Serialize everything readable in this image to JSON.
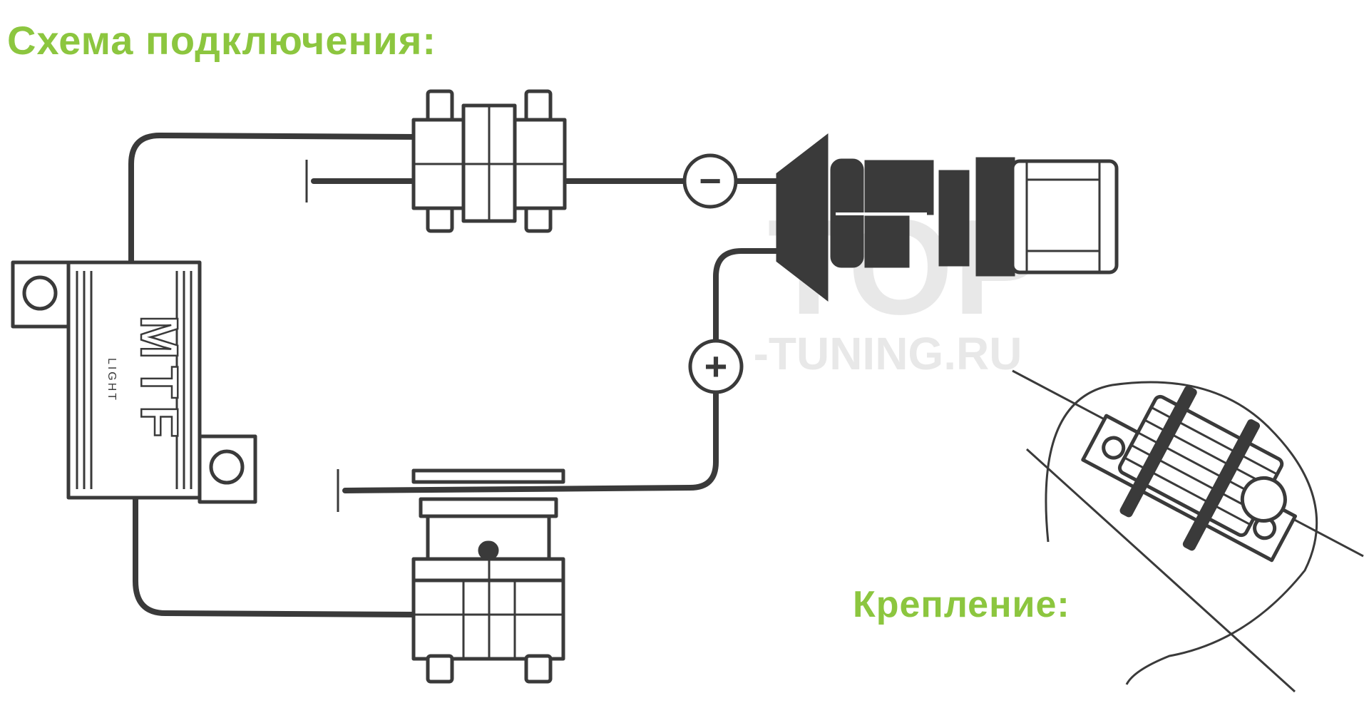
{
  "heading": "Схема подключения:",
  "mount_heading": "Крепление:",
  "polarity": {
    "negative": "−",
    "positive": "+"
  },
  "logo": {
    "brand": "MTF",
    "sub": "LIGHT"
  },
  "watermark": {
    "line1": "TOP",
    "line2": "-TUNING.RU"
  },
  "colors": {
    "accent": "#8cc63f",
    "line": "#3a3a3a",
    "watermark": "#d9d9d9"
  }
}
